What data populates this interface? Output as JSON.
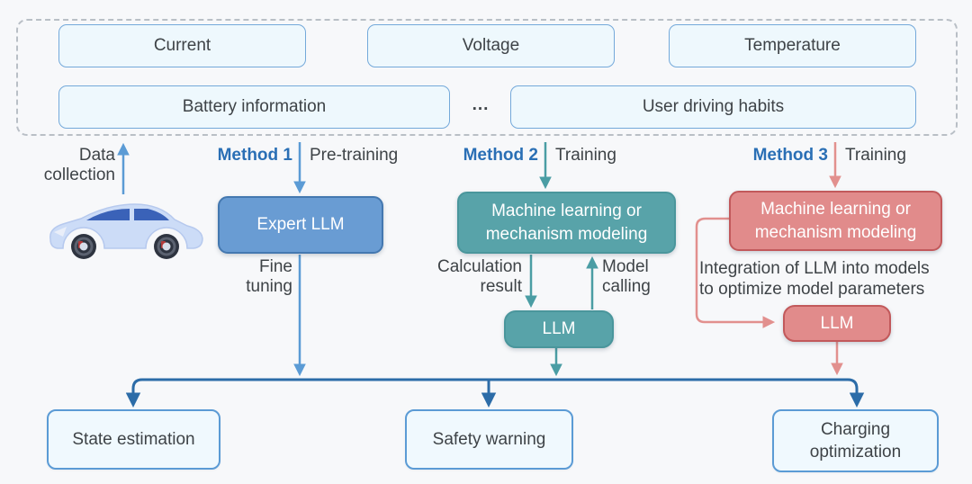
{
  "colors": {
    "background": "#f7f8fa",
    "blue_arrow": "#5b9bd5",
    "dark_blue_line": "#2c6ca8",
    "teal_arrow": "#4a9da4",
    "red_arrow": "#e2908e",
    "expert_llm_fill": "#699cd3",
    "teal_box_fill": "#58a3a9",
    "red_box_fill": "#e18b8b",
    "light_box_fill": "#eef8fd",
    "light_box_border": "#74a9da",
    "method_label_blue": "#2a6fb5",
    "text_dark": "#3e4347"
  },
  "data_sources": {
    "row1": [
      "Current",
      "Voltage",
      "Temperature"
    ],
    "ellipsis": "...",
    "row2": [
      "Battery information",
      "User driving habits"
    ]
  },
  "data_collection": {
    "line1": "Data",
    "line2": "collection"
  },
  "method1": {
    "name": "Method 1",
    "top_arrow_label": "Pre-training",
    "box_label": "Expert LLM",
    "down_label_line1": "Fine",
    "down_label_line2": "tuning"
  },
  "method2": {
    "name": "Method 2",
    "top_arrow_label": "Training",
    "box_line1": "Machine learning or",
    "box_line2": "mechanism modeling",
    "down_arrow_label_line1": "Calculation",
    "down_arrow_label_line2": "result",
    "up_arrow_label_line1": "Model",
    "up_arrow_label_line2": "calling",
    "llm_label": "LLM"
  },
  "method3": {
    "name": "Method 3",
    "top_arrow_label": "Training",
    "box_line1": "Machine learning or",
    "box_line2": "mechanism modeling",
    "note_line1": "Integration of LLM into models",
    "note_line2": "to optimize model parameters",
    "llm_label": "LLM"
  },
  "outputs": {
    "state_estimation": "State estimation",
    "safety_warning": "Safety warning",
    "charging_optimization": "Charging optimization"
  }
}
